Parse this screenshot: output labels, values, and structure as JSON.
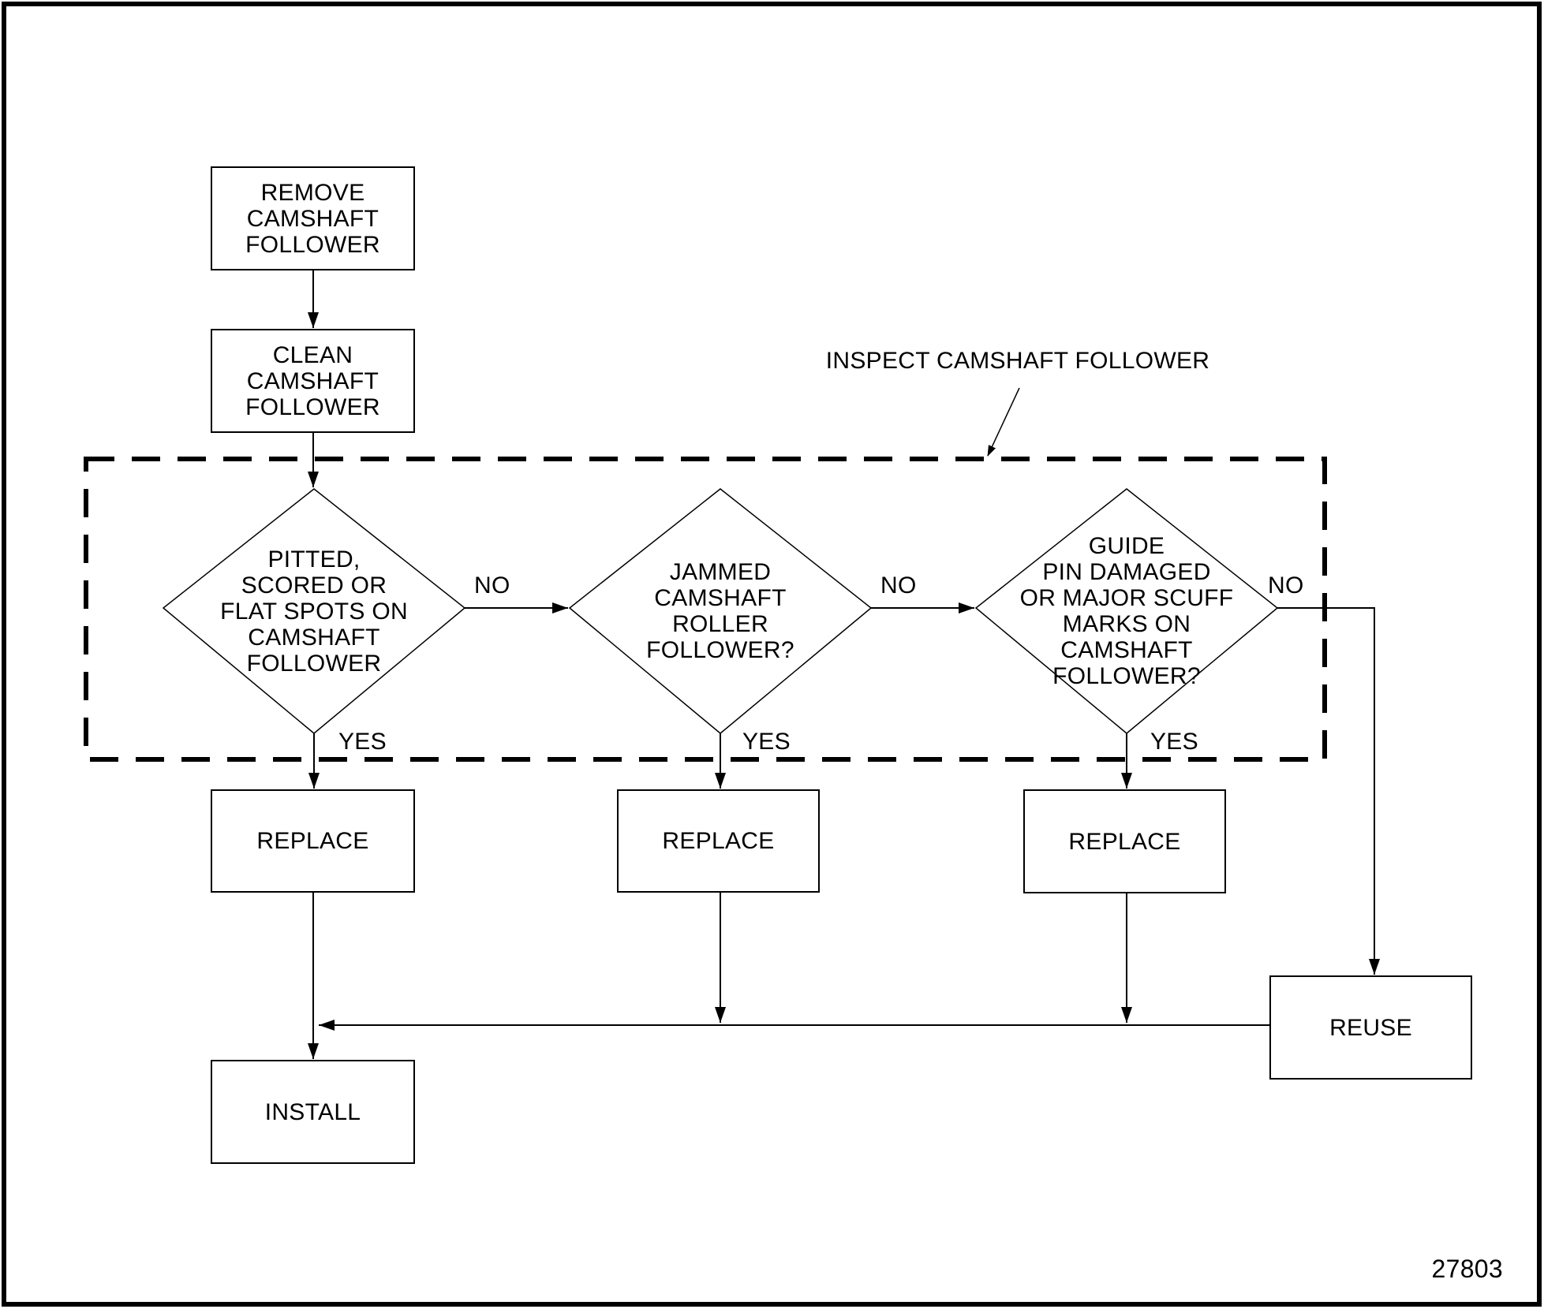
{
  "figure_number": "27803",
  "colors": {
    "line": "#000000",
    "background": "#ffffff",
    "text": "#000000"
  },
  "inspect_region": {
    "label": "INSPECT CAMSHAFT FOLLOWER"
  },
  "nodes": {
    "remove": {
      "label": "REMOVE\nCAMSHAFT\nFOLLOWER",
      "type": "process"
    },
    "clean": {
      "label": "CLEAN\nCAMSHAFT\nFOLLOWER",
      "type": "process"
    },
    "d1": {
      "label": "PITTED,\nSCORED OR\nFLAT SPOTS ON\nCAMSHAFT\nFOLLOWER",
      "type": "decision"
    },
    "d2": {
      "label": "JAMMED\nCAMSHAFT\nROLLER\nFOLLOWER?",
      "type": "decision"
    },
    "d3": {
      "label": "GUIDE\nPIN DAMAGED\nOR MAJOR SCUFF\nMARKS ON\nCAMSHAFT\nFOLLOWER?",
      "type": "decision"
    },
    "replace1": {
      "label": "REPLACE",
      "type": "process"
    },
    "replace2": {
      "label": "REPLACE",
      "type": "process"
    },
    "replace3": {
      "label": "REPLACE",
      "type": "process"
    },
    "reuse": {
      "label": "REUSE",
      "type": "process"
    },
    "install": {
      "label": "INSTALL",
      "type": "process"
    }
  },
  "edge_labels": {
    "no1": "NO",
    "no2": "NO",
    "no3": "NO",
    "yes1": "YES",
    "yes2": "YES",
    "yes3": "YES"
  }
}
